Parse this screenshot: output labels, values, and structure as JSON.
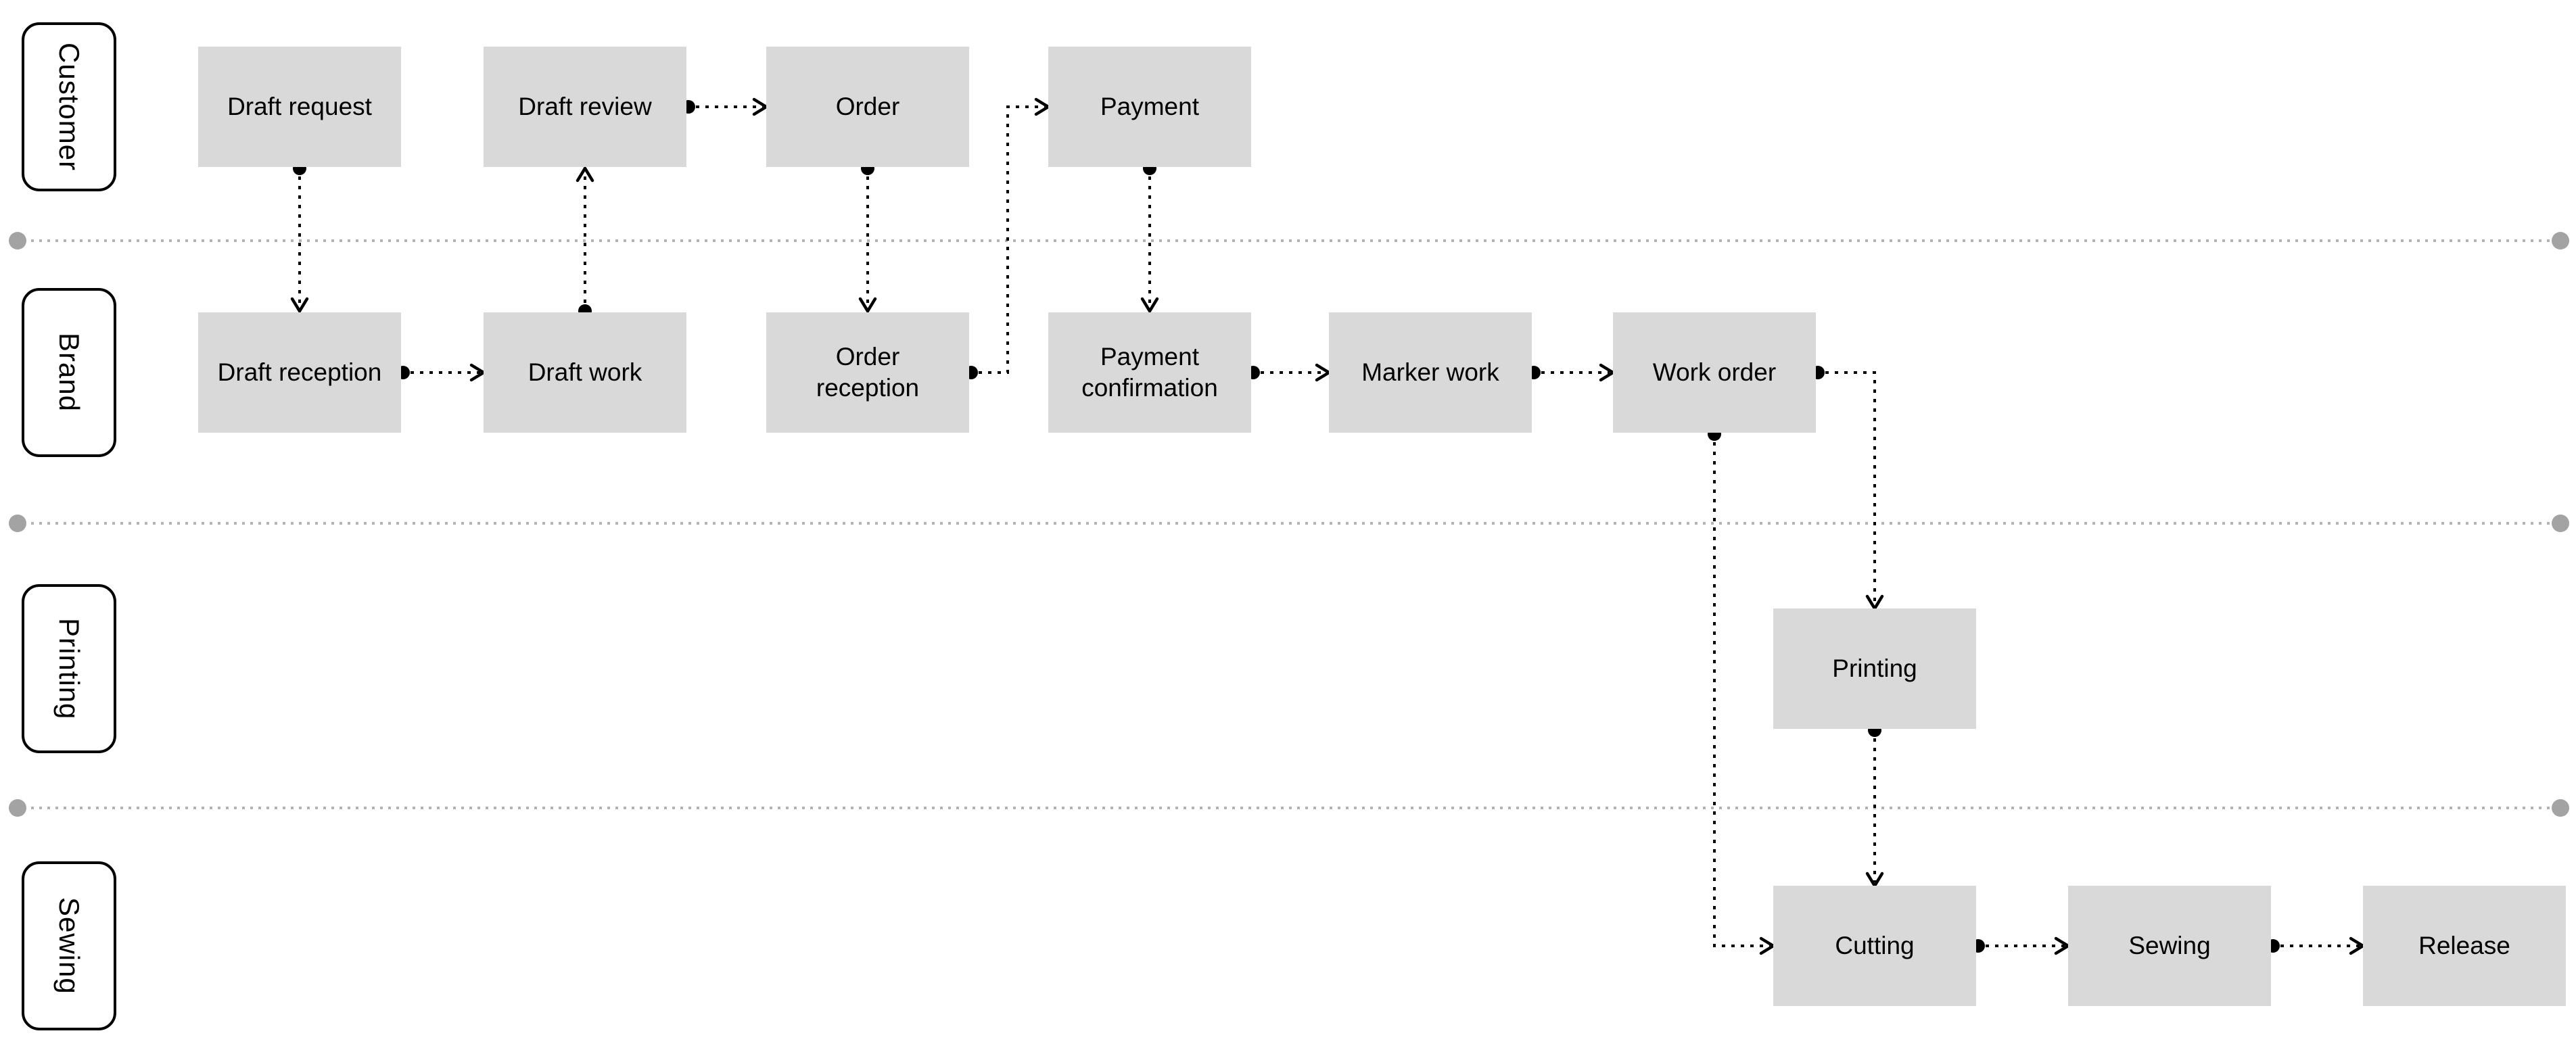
{
  "diagram": {
    "type": "swimlane-flowchart",
    "lanes": [
      {
        "id": "customer",
        "label": "Customer"
      },
      {
        "id": "brand",
        "label": "Brand"
      },
      {
        "id": "printing",
        "label": "Printing"
      },
      {
        "id": "sewing",
        "label": "Sewing"
      }
    ],
    "nodes": [
      {
        "id": "draft-request",
        "lane": "customer",
        "label": "Draft request"
      },
      {
        "id": "draft-review",
        "lane": "customer",
        "label": "Draft review"
      },
      {
        "id": "order",
        "lane": "customer",
        "label": "Order"
      },
      {
        "id": "payment",
        "lane": "customer",
        "label": "Payment"
      },
      {
        "id": "draft-reception",
        "lane": "brand",
        "label": "Draft reception"
      },
      {
        "id": "draft-work",
        "lane": "brand",
        "label": "Draft work"
      },
      {
        "id": "order-reception",
        "lane": "brand",
        "label": "Order reception"
      },
      {
        "id": "payment-confirmation",
        "lane": "brand",
        "label": "Payment confirmation"
      },
      {
        "id": "marker-work",
        "lane": "brand",
        "label": "Marker work"
      },
      {
        "id": "work-order",
        "lane": "brand",
        "label": "Work order"
      },
      {
        "id": "printing-step",
        "lane": "printing",
        "label": "Printing"
      },
      {
        "id": "cutting",
        "lane": "sewing",
        "label": "Cutting"
      },
      {
        "id": "sewing-step",
        "lane": "sewing",
        "label": "Sewing"
      },
      {
        "id": "release",
        "lane": "sewing",
        "label": "Release"
      }
    ],
    "edges": [
      {
        "from": "draft-request",
        "to": "draft-reception"
      },
      {
        "from": "draft-reception",
        "to": "draft-work"
      },
      {
        "from": "draft-work",
        "to": "draft-review"
      },
      {
        "from": "draft-review",
        "to": "order"
      },
      {
        "from": "order",
        "to": "order-reception"
      },
      {
        "from": "order-reception",
        "to": "payment"
      },
      {
        "from": "payment",
        "to": "payment-confirmation"
      },
      {
        "from": "payment-confirmation",
        "to": "marker-work"
      },
      {
        "from": "marker-work",
        "to": "work-order"
      },
      {
        "from": "work-order",
        "to": "printing-step"
      },
      {
        "from": "work-order",
        "to": "cutting"
      },
      {
        "from": "printing-step",
        "to": "cutting"
      },
      {
        "from": "cutting",
        "to": "sewing-step"
      },
      {
        "from": "sewing-step",
        "to": "release"
      }
    ],
    "colors": {
      "background": "#ffffff",
      "node_fill": "#d9d9d9",
      "node_text": "#000000",
      "lane_label_bg": "#ffffff",
      "lane_label_border": "#000000",
      "edge": "#000000",
      "divider_line": "#b3b3b3",
      "divider_cap": "#a3a3a3"
    }
  }
}
